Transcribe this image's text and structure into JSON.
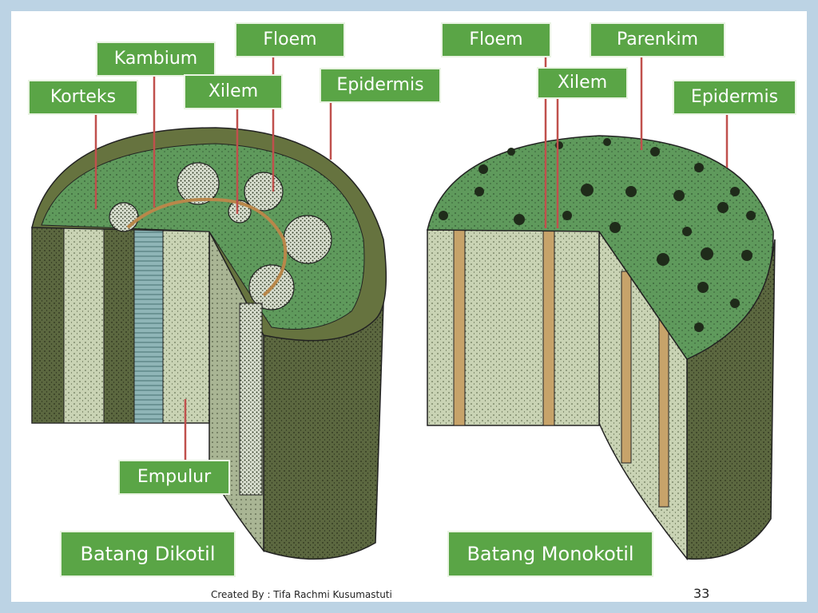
{
  "labels": {
    "dikotil": {
      "korteks": "Korteks",
      "kambium": "Kambium",
      "xilem": "Xilem",
      "floem": "Floem",
      "epidermis": "Epidermis",
      "empulur": "Empulur",
      "caption": "Batang Dikotil"
    },
    "monokotil": {
      "floem": "Floem",
      "xilem": "Xilem",
      "parenkim": "Parenkim",
      "epidermis": "Epidermis",
      "caption": "Batang Monokotil"
    }
  },
  "footer": {
    "credit": "Created By : Tifa Rachmi Kusumastuti",
    "page_number": "33"
  },
  "colors": {
    "label_fill": "#5aa546",
    "leader_line": "#c0504d",
    "tissue_green": "#5f9a5c",
    "pith_pale": "#c9d3b4",
    "bark_dark": "#55603a"
  }
}
